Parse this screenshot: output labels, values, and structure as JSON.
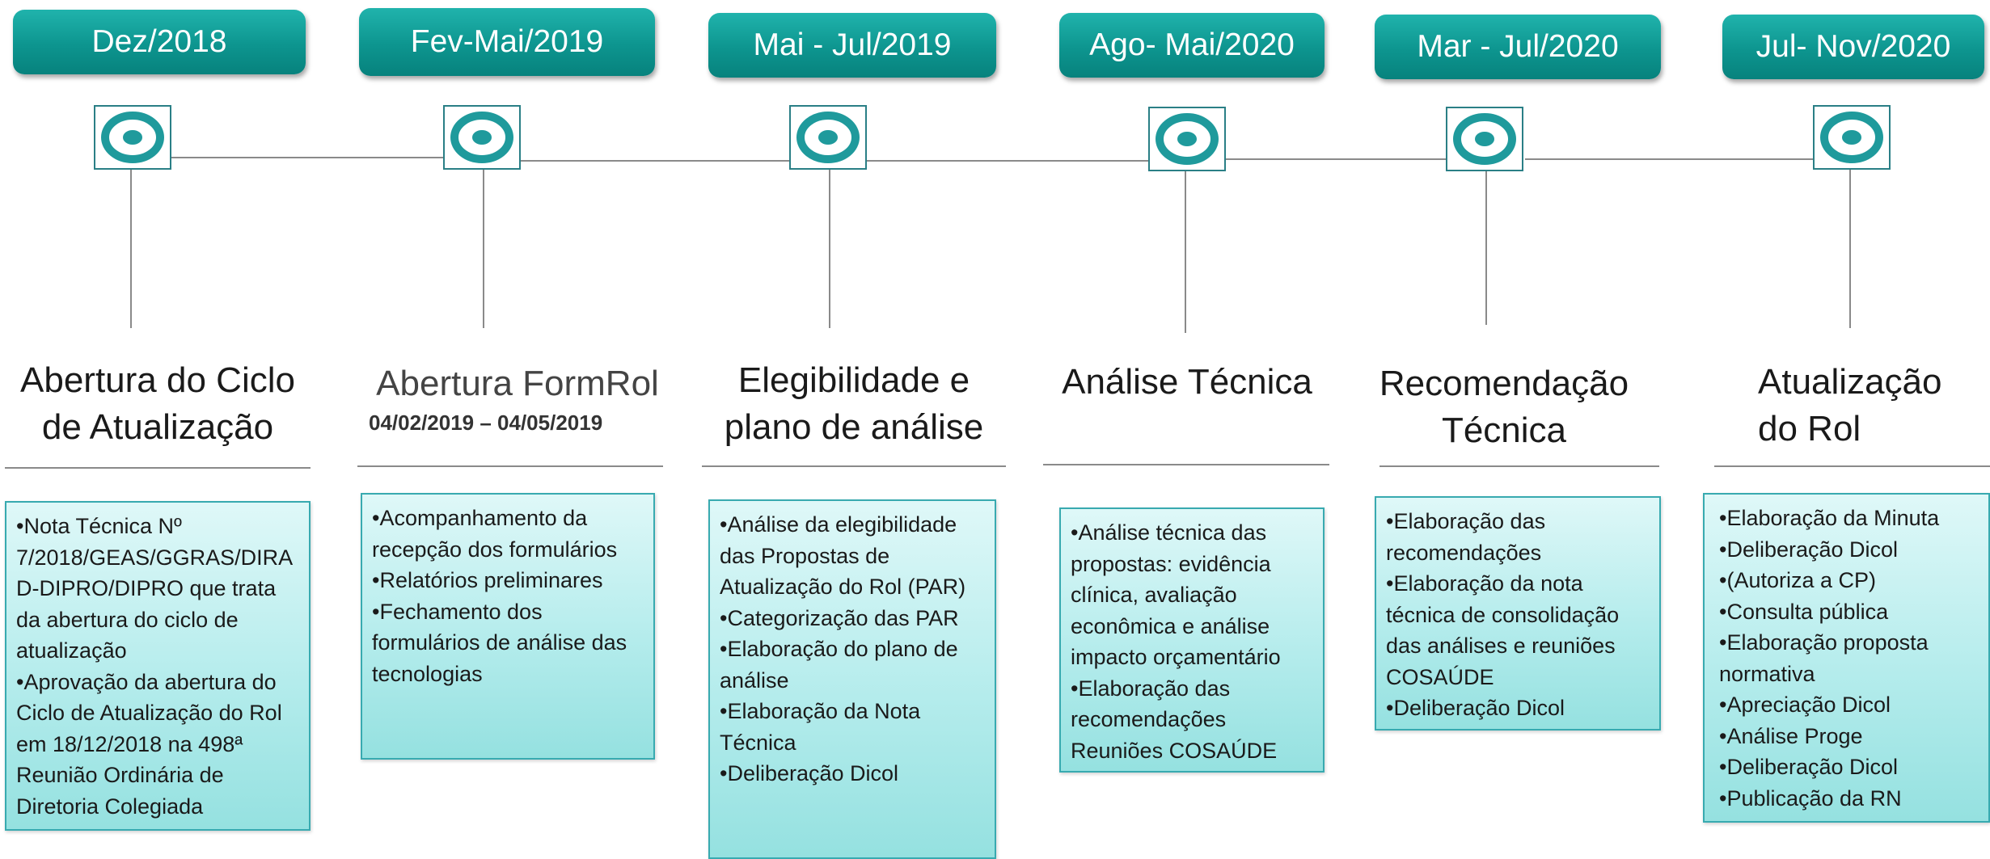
{
  "stages": [
    {
      "date": "Dez/2018",
      "title_lines": [
        "Abertura do Ciclo",
        "de Atualização"
      ],
      "subtitle": "",
      "items": [
        "•Nota Técnica Nº 7/2018/GEAS/GGRAS/DIRAD-DIPRO/DIPRO que trata da abertura do ciclo de atualização",
        "•Aprovação da abertura do Ciclo de Atualização do Rol em 18/12/2018 na 498ª Reunião Ordinária de Diretoria Colegiada"
      ]
    },
    {
      "date": "Fev-Mai/2019",
      "title_lines": [
        "Abertura FormRol"
      ],
      "subtitle": "04/02/2019 – 04/05/2019",
      "items": [
        "•Acompanhamento da recepção dos formulários",
        "•Relatórios preliminares",
        "•Fechamento dos formulários de análise das tecnologias"
      ]
    },
    {
      "date": "Mai - Jul/2019",
      "title_lines": [
        "Elegibilidade e",
        "plano de análise"
      ],
      "subtitle": "",
      "items": [
        "•Análise da elegibilidade das Propostas de Atualização do Rol (PAR)",
        "•Categorização das PAR",
        "•Elaboração do plano de análise",
        "•Elaboração da Nota Técnica",
        "•Deliberação Dicol"
      ]
    },
    {
      "date": "Ago- Mai/2020",
      "title_lines": [
        "Análise Técnica"
      ],
      "subtitle": "",
      "items": [
        "•Análise técnica das propostas: evidência clínica, avaliação econômica e análise impacto orçamentário",
        "•Elaboração das recomendações Reuniões COSAÚDE"
      ]
    },
    {
      "date": "Mar - Jul/2020",
      "title_lines": [
        "Recomendação",
        "Técnica"
      ],
      "subtitle": "",
      "items": [
        "•Elaboração das recomendações",
        "•Elaboração da nota técnica de consolidação das análises e reuniões COSAÚDE",
        "•Deliberação Dicol"
      ]
    },
    {
      "date": "Jul- Nov/2020",
      "title_lines": [
        "Atualização",
        "do Rol"
      ],
      "subtitle": "",
      "items": [
        "•Elaboração da Minuta",
        "•Deliberação Dicol",
        "•(Autoriza a CP)",
        "•Consulta pública",
        "•Elaboração proposta normativa",
        "•Apreciação Dicol",
        "•Análise Proge",
        "•Deliberação Dicol",
        "•Publicação da RN"
      ]
    }
  ],
  "colors": {
    "pill": "#0d958f",
    "marker_ring": "#1f9a9c",
    "box_border": "#38aab0",
    "box_fill": "#b4ecec",
    "line": "#8a8a8a"
  }
}
